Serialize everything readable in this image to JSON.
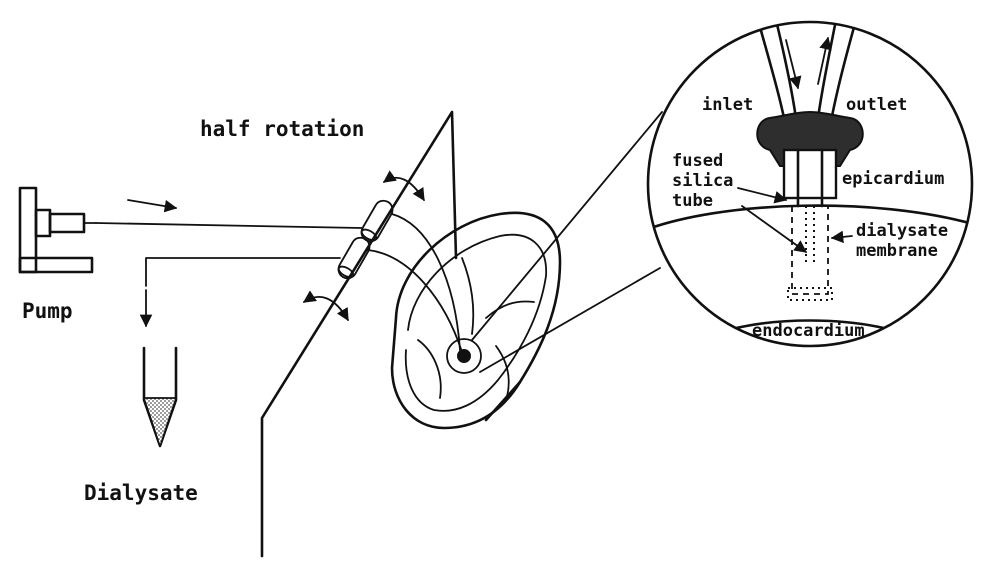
{
  "labels": {
    "half_rotation": "half rotation",
    "pump": "Pump",
    "dialysate": "Dialysate",
    "inlet": "inlet",
    "outlet": "outlet",
    "fused": "fused",
    "silica": "silica",
    "tube": "tube",
    "epicardium": "epicardium",
    "dialysate_line1": "dialysate",
    "membrane": "membrane",
    "endocardium": "endocardium"
  },
  "colors": {
    "ink": "#111111",
    "background": "#ffffff",
    "fill_dark": "#333333",
    "fill_stipple": "#777777"
  }
}
